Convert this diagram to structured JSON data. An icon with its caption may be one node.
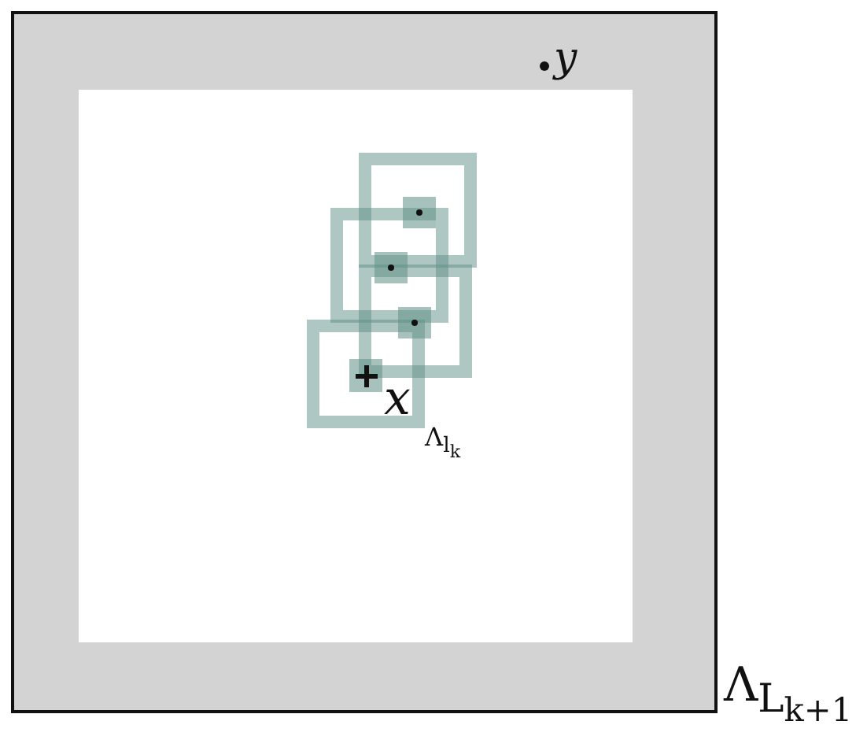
{
  "diagram": {
    "nodes": [
      {
        "text": [
          "Λ$_{L}$$_{k+1}$"
        ]
      },
      {
        "text": [],
        "shape": "box",
        "in": 0
      },
      {
        "text": [],
        "shape": "box",
        "in": 0
      },
      {
        "text": [],
        "shape": "box",
        "in": 0
      },
      {
        "text": [
          "Λ$_{l}$$_{k}$"
        ],
        "in": 0
      }
    ],
    "labels": [
      "y",
      "x"
    ]
  }
}
